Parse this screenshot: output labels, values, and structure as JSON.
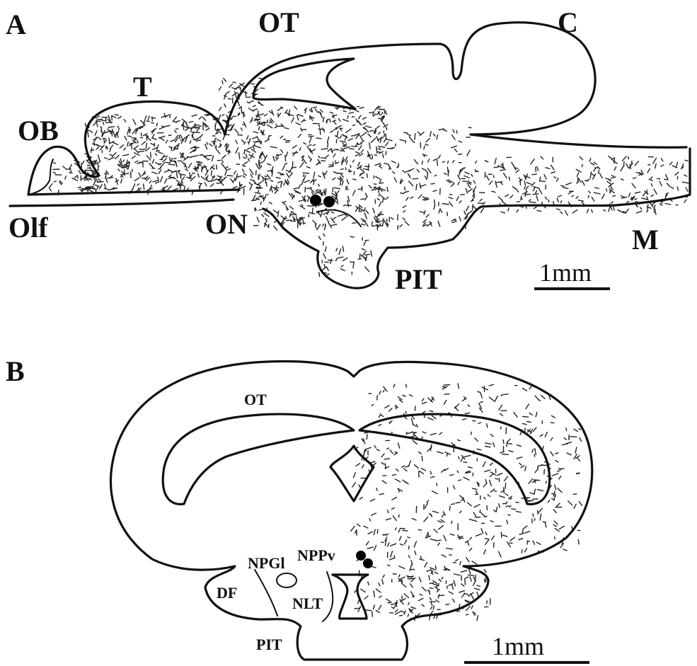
{
  "panels": [
    {
      "letter": "A",
      "labels": {
        "ot": "OT",
        "c": "C",
        "t": "T",
        "ob": "OB",
        "olf": "Olf",
        "on": "ON",
        "pit": "PIT",
        "m": "M"
      },
      "scale_bar": "1mm"
    },
    {
      "letter": "B",
      "labels": {
        "ot": "OT",
        "npgl": "NPGl",
        "nppv": "NPPv",
        "df": "DF",
        "nlt": "NLT",
        "pit": "PIT"
      },
      "scale_bar": "1mm"
    }
  ]
}
